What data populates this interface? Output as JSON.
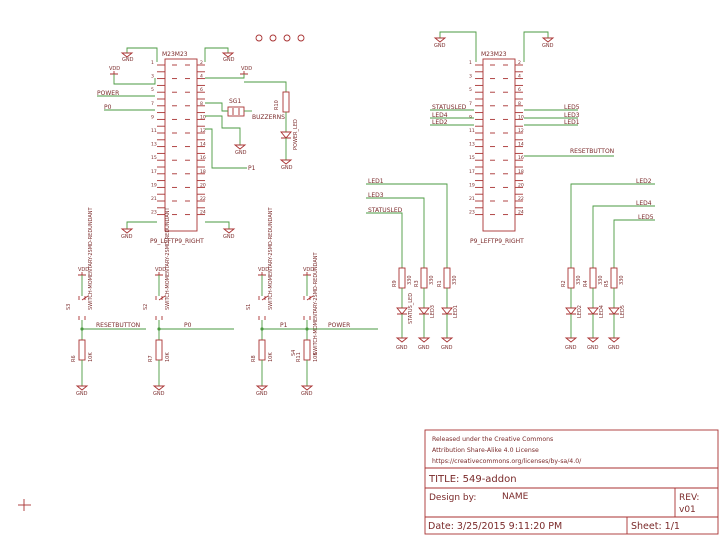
{
  "connectors": {
    "left": {
      "name": "M23M23",
      "ref": "P9_LEFTP9_RIGHT"
    },
    "right": {
      "name": "M23M23",
      "ref": "P9_LEFTP9_RIGHT"
    }
  },
  "net_labels": {
    "gnd": "GND",
    "vdd": "VDD",
    "power": "POWER",
    "p0": "P0",
    "p1": "P1",
    "status_led": "STATUSLED",
    "led1": "LED1",
    "led2": "LED2",
    "led3": "LED3",
    "led4": "LED4",
    "led5": "LED5",
    "reset_button": "RESETBUTTON"
  },
  "parts": {
    "buzzer_ref": "SG1",
    "buzzer_value": "BUZZERNS",
    "r10": "R10",
    "power_led": "POWER_LED",
    "switch_value": "SWITCH-MOMENTARY-2SMD-REDUNDANT",
    "s1": "S1",
    "s2": "S2",
    "s3": "S3",
    "s4": "S4",
    "r6": "R6",
    "r7": "R7",
    "r8": "R8",
    "r11": "R11",
    "value_10k": "10K",
    "r1": "R1",
    "r2": "R2",
    "r3": "R3",
    "r4": "R4",
    "r5": "R5",
    "r9": "R9",
    "value_330": "330",
    "status_led_part": "STATUS_LED",
    "led1": "LED1",
    "led2": "LED2",
    "led3": "LED3",
    "led4": "LED4",
    "led5": "LED5"
  },
  "title_block": {
    "license_line1": "Released under the Creative Commons",
    "license_line2": "Attribution Share-Alike 4.0 License",
    "license_line3": "https://creativecommons.org/licenses/by-sa/4.0/",
    "title": "TITLE: 549-addon",
    "design_by_label": "Design by:",
    "design_by_value": "NAME",
    "rev_label": "REV:",
    "rev_value": "v01",
    "date": "Date: 3/25/2015 9:11:20 PM",
    "sheet": "Sheet: 1/1"
  },
  "colors": {
    "part": "#a83232",
    "wire": "#4a9a40",
    "label": "#7a2a2a"
  }
}
